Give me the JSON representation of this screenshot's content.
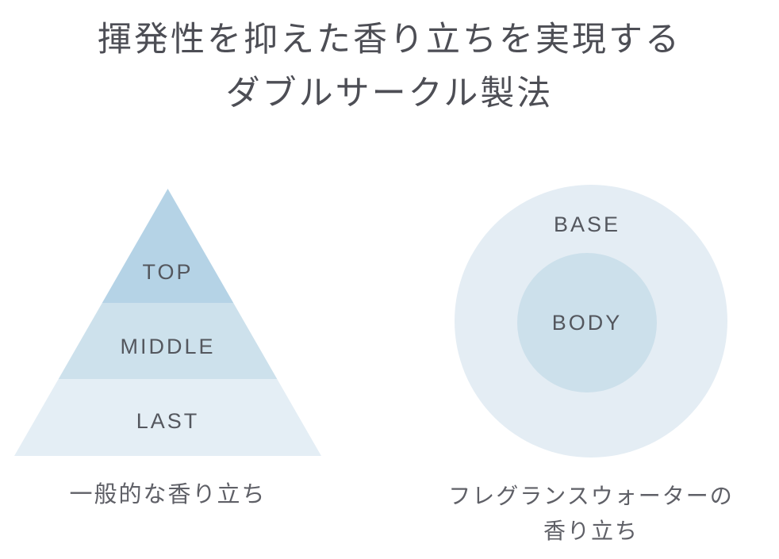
{
  "title": {
    "line1": "揮発性を抑えた香り立ちを実現する",
    "line2": "ダブルサークル製法"
  },
  "pyramid": {
    "tiers": [
      {
        "label": "TOP",
        "color": "#b5d3e6"
      },
      {
        "label": "MIDDLE",
        "color": "#cde1ec"
      },
      {
        "label": "LAST",
        "color": "#e4eef5"
      }
    ],
    "caption": "一般的な香り立ち"
  },
  "circles": {
    "outer": {
      "label": "BASE",
      "color": "#e4edf4"
    },
    "inner": {
      "label": "BODY",
      "color": "#cce0eb"
    },
    "caption_line1": "フレグランスウォーターの",
    "caption_line2": "香り立ち"
  },
  "colors": {
    "background": "#ffffff",
    "title_text": "#4d4e55",
    "label_text": "#54575e",
    "caption_text": "#5f6067"
  }
}
